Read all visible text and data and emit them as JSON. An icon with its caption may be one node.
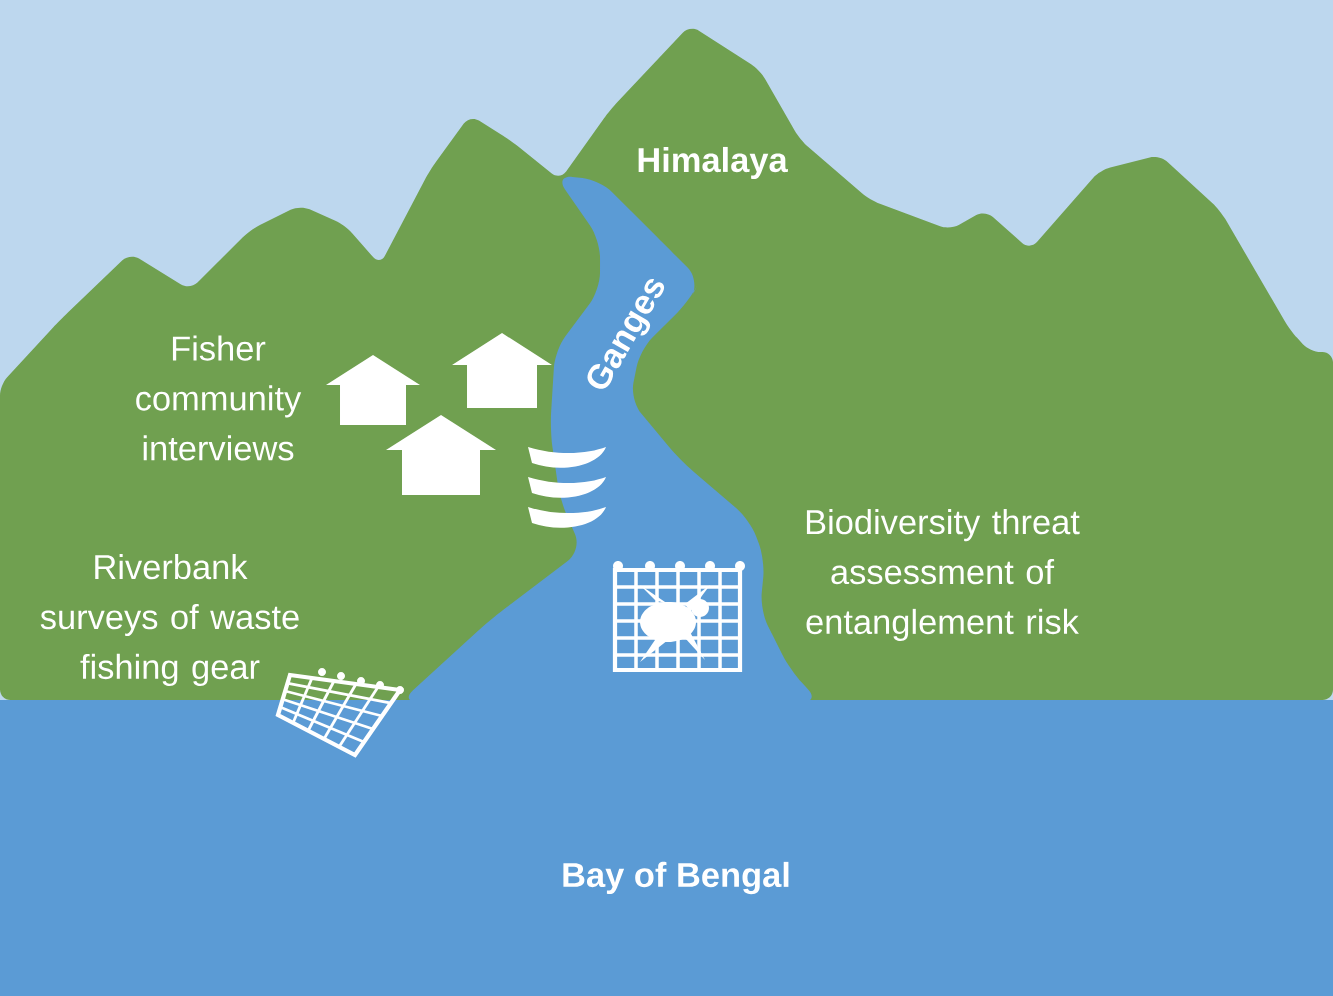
{
  "diagram": {
    "labels": [
      "Himalaya",
      "Ganges",
      "Fisher community interviews",
      "Riverbank surveys of waste fishing gear",
      "Biodiversity threat assessment of entanglement risk",
      "Bay of Bengal"
    ]
  }
}
